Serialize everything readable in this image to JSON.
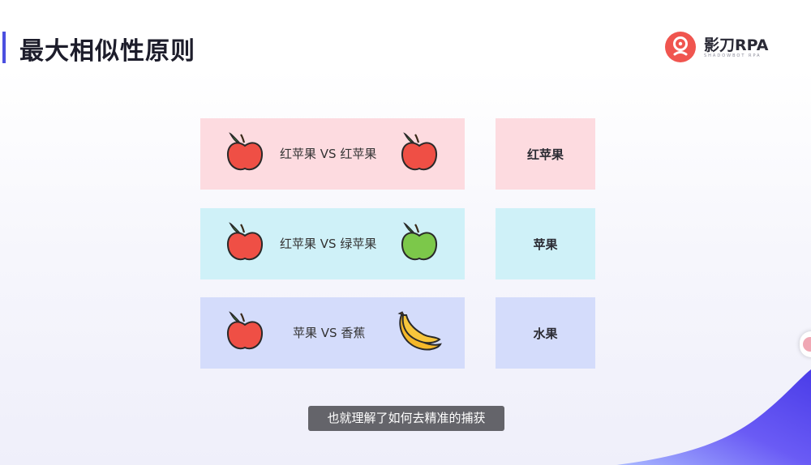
{
  "slide": {
    "title": "最大相似性原则",
    "brand": {
      "name": "影刀RPA",
      "tagline": "SHADOWBOT RPA"
    }
  },
  "rows": [
    {
      "label": "红苹果 VS 红苹果",
      "left_fruit": "red-apple",
      "right_fruit": "red-apple",
      "result": "红苹果",
      "color": "#fddbe0"
    },
    {
      "label": "红苹果 VS 绿苹果",
      "left_fruit": "red-apple",
      "right_fruit": "green-apple",
      "result": "苹果",
      "color": "#cff1f8"
    },
    {
      "label": "苹果 VS 香蕉",
      "left_fruit": "red-apple",
      "right_fruit": "banana",
      "result": "水果",
      "color": "#d4dcfb"
    }
  ],
  "subtitle": "也就理解了如何去精准的捕获",
  "colors": {
    "accent": "#4b4fe0",
    "brand_red": "#f0554f"
  }
}
